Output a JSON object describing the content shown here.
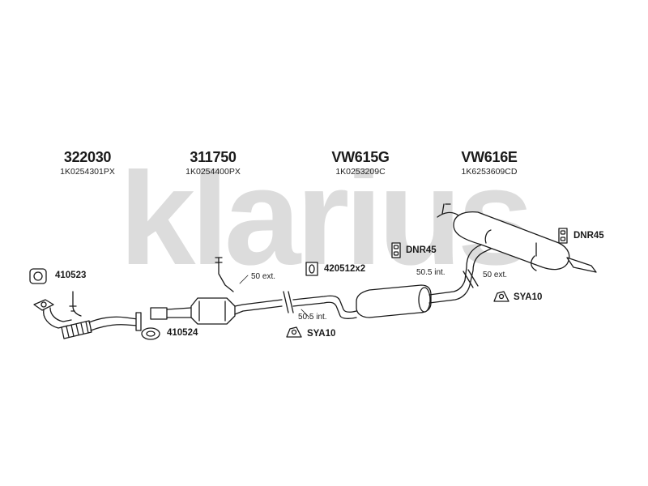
{
  "watermark": {
    "text": "klarius"
  },
  "parts": [
    {
      "number": "322030",
      "ref": "1K0254301PX"
    },
    {
      "number": "311750",
      "ref": "1K0254400PX"
    },
    {
      "number": "VW615G",
      "ref": "1K0253209C"
    },
    {
      "number": "VW616E",
      "ref": "1K6253609CD"
    }
  ],
  "accessories": {
    "gasket_front": "410523",
    "gasket_rear": "410524",
    "clamp": "420512x2",
    "hanger_mid": "DNR45",
    "hanger_rear": "DNR45",
    "sya_mid": "SYA10",
    "sya_rear": "SYA10"
  },
  "labels": {
    "ext_front": "50 ext.",
    "int_mid": "50.5 int.",
    "int_rear": "50.5 int.",
    "ext_rear": "50 ext."
  },
  "colors": {
    "watermark": "#dcdcdc",
    "line": "#1a1a1a",
    "text": "#1a1a1a"
  }
}
